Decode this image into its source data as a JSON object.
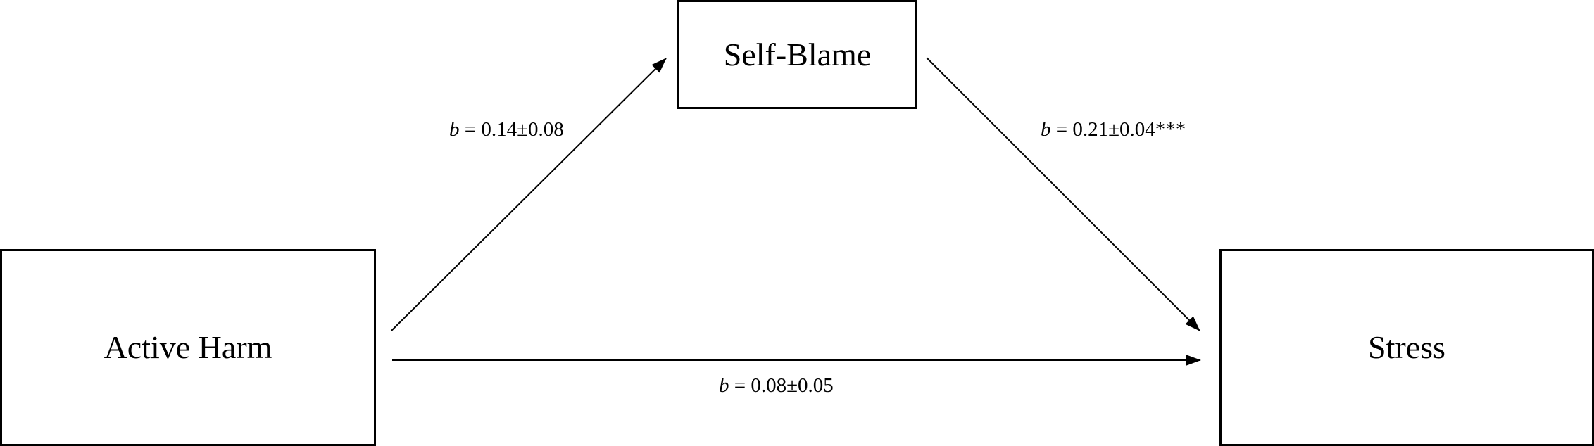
{
  "nodes": {
    "mediator": {
      "label": "Self-Blame"
    },
    "predictor": {
      "label": "Active Harm"
    },
    "outcome": {
      "label": "Stress"
    }
  },
  "paths": {
    "a": {
      "symbol": "b",
      "value": " = 0.14±0.08"
    },
    "b": {
      "symbol": "b",
      "value": " = 0.21±0.04***"
    },
    "c": {
      "symbol": "b",
      "value": " = 0.08±0.05"
    }
  },
  "colors": {
    "line": "#000000",
    "background": "#ffffff"
  }
}
